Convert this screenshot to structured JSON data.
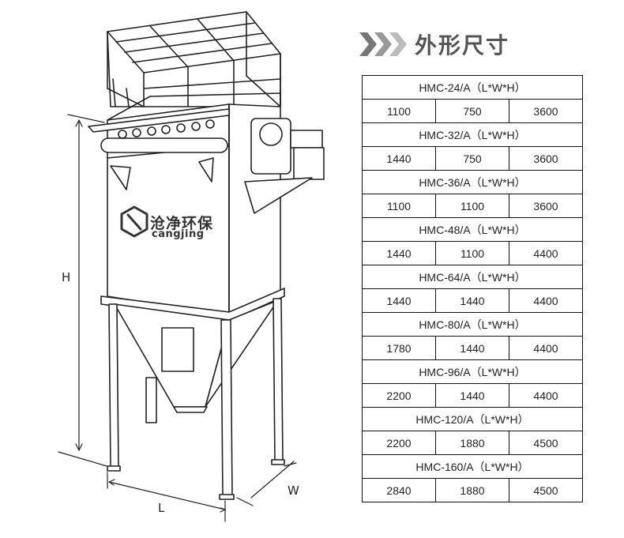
{
  "heading": {
    "title": "外形尺寸",
    "icon": "triple-chevron-right-icon",
    "color": "#555555"
  },
  "brand": {
    "name_cn": "沧净环保",
    "name_en": "cangjing",
    "logo_icon": "cangjing-logo-icon"
  },
  "dimensions": {
    "height_label": "H",
    "length_label": "L",
    "width_label": "W"
  },
  "table": {
    "rows": [
      {
        "model": "HMC-24/A（L*W*H）",
        "l": "1100",
        "w": "750",
        "h": "3600"
      },
      {
        "model": "HMC-32/A（L*W*H）",
        "l": "1440",
        "w": "750",
        "h": "3600"
      },
      {
        "model": "HMC-36/A（L*W*H）",
        "l": "1100",
        "w": "1100",
        "h": "3600"
      },
      {
        "model": "HMC-48/A（L*W*H）",
        "l": "1440",
        "w": "1100",
        "h": "4400"
      },
      {
        "model": "HMC-64/A（L*W*H）",
        "l": "1440",
        "w": "1440",
        "h": "4400"
      },
      {
        "model": "HMC-80/A（L*W*H）",
        "l": "1780",
        "w": "1440",
        "h": "4400"
      },
      {
        "model": "HMC-96/A（L*W*H）",
        "l": "2200",
        "w": "1440",
        "h": "4400"
      },
      {
        "model": "HMC-120/A（L*W*H）",
        "l": "2200",
        "w": "1880",
        "h": "4500"
      },
      {
        "model": "HMC-160/A（L*W*H）",
        "l": "2840",
        "w": "1880",
        "h": "4500"
      }
    ]
  }
}
